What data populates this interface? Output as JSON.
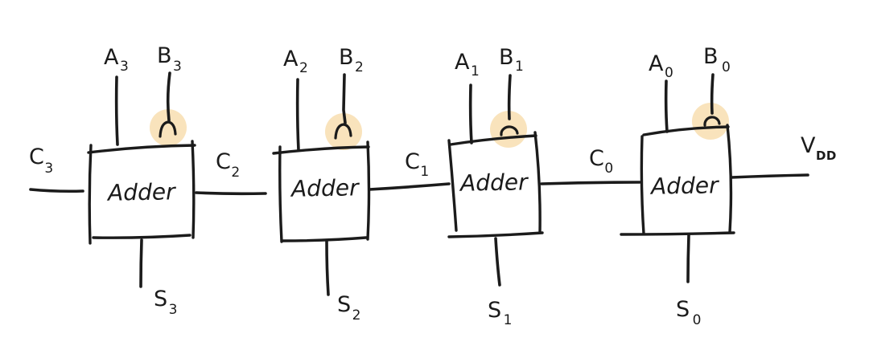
{
  "diagram": {
    "type": "ripple-carry-adder",
    "background_color": "#ffffff",
    "ink_color": "#1b1b1b",
    "highlight_color": "#f8dcab",
    "adders": [
      {
        "name": "Adder",
        "a": {
          "main": "A",
          "sub": "3"
        },
        "b": {
          "main": "B",
          "sub": "3"
        },
        "s": {
          "main": "S",
          "sub": "3"
        }
      },
      {
        "name": "Adder",
        "a": {
          "main": "A",
          "sub": "2"
        },
        "b": {
          "main": "B",
          "sub": "2"
        },
        "s": {
          "main": "S",
          "sub": "2"
        }
      },
      {
        "name": "Adder",
        "a": {
          "main": "A",
          "sub": "1"
        },
        "b": {
          "main": "B",
          "sub": "1"
        },
        "s": {
          "main": "S",
          "sub": "1"
        }
      },
      {
        "name": "Adder",
        "a": {
          "main": "A",
          "sub": "0"
        },
        "b": {
          "main": "B",
          "sub": "0"
        },
        "s": {
          "main": "S",
          "sub": "0"
        }
      }
    ],
    "carry_labels": [
      {
        "main": "C",
        "sub": "3"
      },
      {
        "main": "C",
        "sub": "2"
      },
      {
        "main": "C",
        "sub": "1"
      },
      {
        "main": "C",
        "sub": "0"
      },
      {
        "main": "V",
        "sub": "DD"
      }
    ]
  }
}
